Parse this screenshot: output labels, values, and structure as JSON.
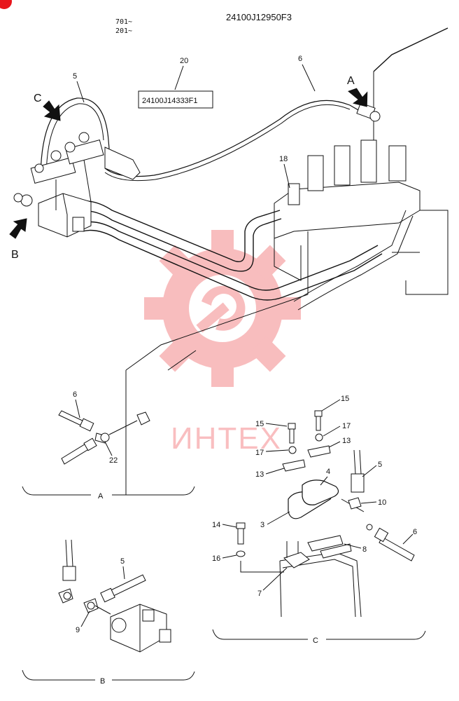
{
  "header": {
    "serial_top": "701~",
    "serial_bottom": "201~",
    "part_number": "24100J12950F3"
  },
  "callout_box": {
    "text": "24100J14333F1"
  },
  "watermark": {
    "text": "ИНТЕХ",
    "color": "#e8151b"
  },
  "callouts": {
    "n20": "20",
    "n6_top": "6",
    "n5_top": "5",
    "n18": "18",
    "n6_a": "6",
    "n22": "22",
    "n15a": "15",
    "n15b": "15",
    "n17a": "17",
    "n17b": "17",
    "n13a": "13",
    "n13b": "13",
    "n4": "4",
    "n5_c": "5",
    "n10": "10",
    "n3": "3",
    "n14": "14",
    "n16": "16",
    "n8": "8",
    "n7": "7",
    "n6_c": "6",
    "n5_b": "5",
    "n9": "9"
  },
  "arrows": {
    "a": "A",
    "b": "B",
    "c": "C"
  },
  "views": {
    "a": "A",
    "b": "B",
    "c": "C"
  },
  "badge": {
    "icon": "corner-badge-icon",
    "color": "#e8151b"
  }
}
